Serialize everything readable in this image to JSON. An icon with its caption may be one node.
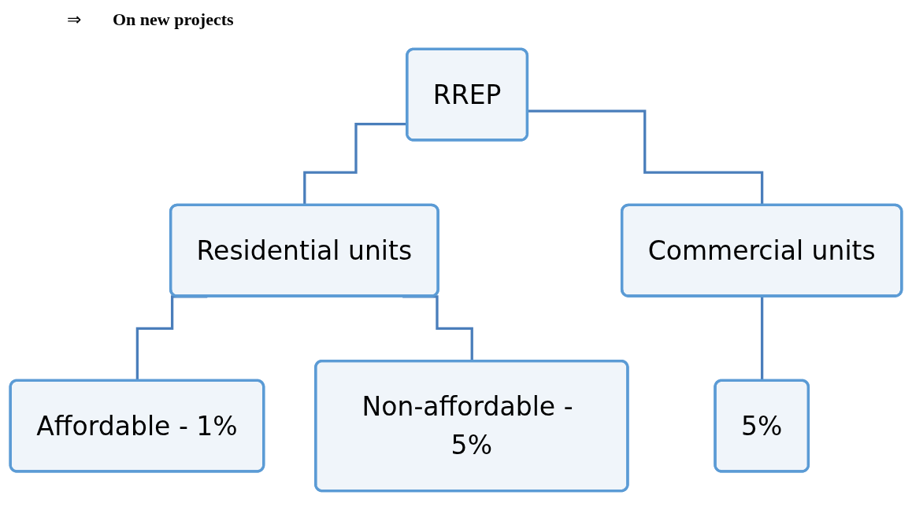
{
  "diagram": {
    "title": "On new projects",
    "nodes": [
      {
        "text": [
          "RREP"
        ]
      },
      {
        "text": [
          "Residential units"
        ]
      },
      {
        "text": [
          "Commercial units"
        ]
      },
      {
        "text": [
          "Affordable - 1%"
        ]
      },
      {
        "text": [
          "Non-affordable - 5%"
        ]
      },
      {
        "text": [
          "5%"
        ]
      }
    ],
    "edges": [
      {
        "from": 0,
        "to": 1,
        "arrow": "none"
      },
      {
        "from": 0,
        "to": 2,
        "arrow": "none"
      },
      {
        "from": 1,
        "to": 3,
        "arrow": "none"
      },
      {
        "from": 1,
        "to": 4,
        "arrow": "none"
      },
      {
        "from": 2,
        "to": 5,
        "arrow": "none"
      }
    ],
    "labels": [
      "⇒"
    ]
  }
}
